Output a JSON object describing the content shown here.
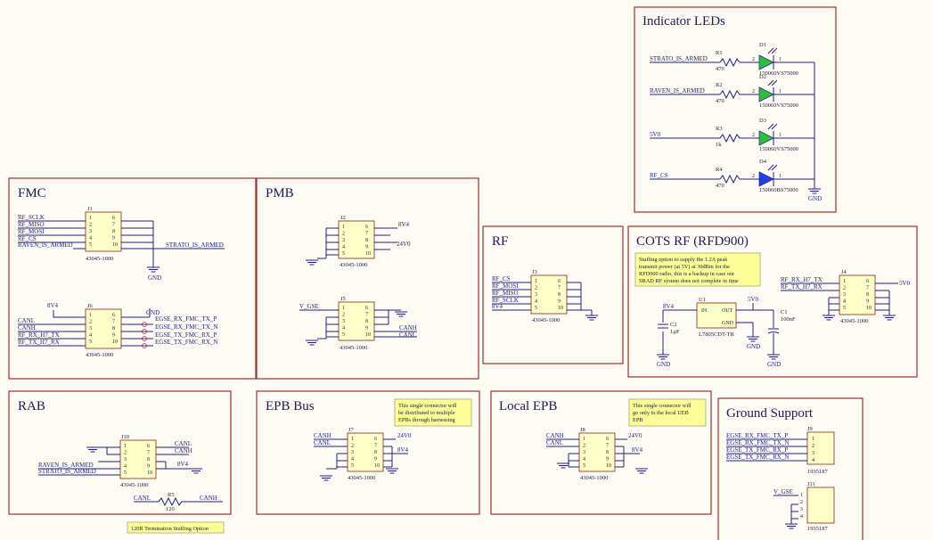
{
  "sections": {
    "leds": {
      "title": "Indicator LEDs"
    },
    "fmc": {
      "title": "FMC"
    },
    "pmb": {
      "title": "PMB"
    },
    "rf": {
      "title": "RF"
    },
    "cots": {
      "title": "COTS RF (RFD900)"
    },
    "rab": {
      "title": "RAB"
    },
    "epb": {
      "title": "EPB Bus"
    },
    "local": {
      "title": "Local EPB"
    },
    "ground": {
      "title": "Ground Support"
    }
  },
  "leds": [
    {
      "net": "STRATO_IS_ARMED",
      "res": "R1",
      "val": "470",
      "led": "D1",
      "part": "150060VS75000",
      "color": "#2CC03C"
    },
    {
      "net": "RAVEN_IS_ARMED",
      "res": "R2",
      "val": "470",
      "led": "D2",
      "part": "150060VS75000",
      "color": "#2CC03C"
    },
    {
      "net": "5V0",
      "res": "R3",
      "val": "1k",
      "led": "D3",
      "part": "150060VS75000",
      "color": "#2CC03C"
    },
    {
      "net": "RF_CS",
      "res": "R4",
      "val": "470",
      "led": "D4",
      "part": "150060BS75000",
      "color": "#2040E0"
    }
  ],
  "labels": {
    "gnd": "GND",
    "part_43045": "43045-1000",
    "part_1935187": "1935187",
    "j1": "J1",
    "j2": "J2",
    "j3": "J3",
    "j4": "J4",
    "j5": "J5",
    "j6": "J6",
    "j7": "J7",
    "j8": "J8",
    "j9": "J9",
    "j10": "J10",
    "j11": "J11",
    "u1": "U1",
    "u1_part": "L7805CDT-TR",
    "u1_in": "IN",
    "u1_out": "OUT",
    "u1_gnd": "GND",
    "c1": "C1",
    "c1_val": "100nF",
    "c2": "C2",
    "c2_val": "1µF",
    "r5": "R5",
    "r5_val": "120",
    "pin1": "1",
    "pin2": "2",
    "pin3": "3",
    "pin4": "4",
    "pin5": "5",
    "pin6": "6",
    "pin7": "7",
    "pin8": "8",
    "pin9": "9",
    "pin10": "10"
  },
  "nets": {
    "rf_sclk": "RF_SCLK",
    "rf_miso": "RF_MISO",
    "rf_mosi": "RF_MOSI",
    "rf_cs": "RF_CS",
    "raven_armed": "RAVEN_IS_ARMED",
    "strato_armed": "STRATO_IS_ARMED",
    "v8v4": "8V4",
    "v24v0": "24V0",
    "v5v0": "5V0",
    "canl": "CANL",
    "canh": "CANH",
    "rf_rx_h7_tx": "RF_RX_H7_TX",
    "rf_tx_h7_rx": "RF_TX_H7_RX",
    "egse_rx_fmc_tx_p": "EGSE_RX_FMC_TX_P",
    "egse_rx_fmc_tx_n": "EGSE_RX_FMC_TX_N",
    "egse_tx_fmc_rx_p": "EGSE_TX_FMC_RX_P",
    "egse_tx_fmc_rx_n": "EGSE_TX_FMC_RX_N",
    "v_gse": "V_GSE"
  },
  "notes": {
    "cots": [
      "Stuffing option to supply the 1.2A peak",
      "transmit power (at 5V) at 30dBm for the",
      "RFD900 radio, this is a backup in case our",
      "SRAD RF system does not complete in time"
    ],
    "epb": [
      "This single connector will",
      "be distributed to multiple",
      "EPBs through harnessing"
    ],
    "local": [
      "This single connector will",
      "go only to the local UEB",
      "EPB"
    ],
    "rab": [
      "120R Termination Stuffing Option"
    ]
  }
}
